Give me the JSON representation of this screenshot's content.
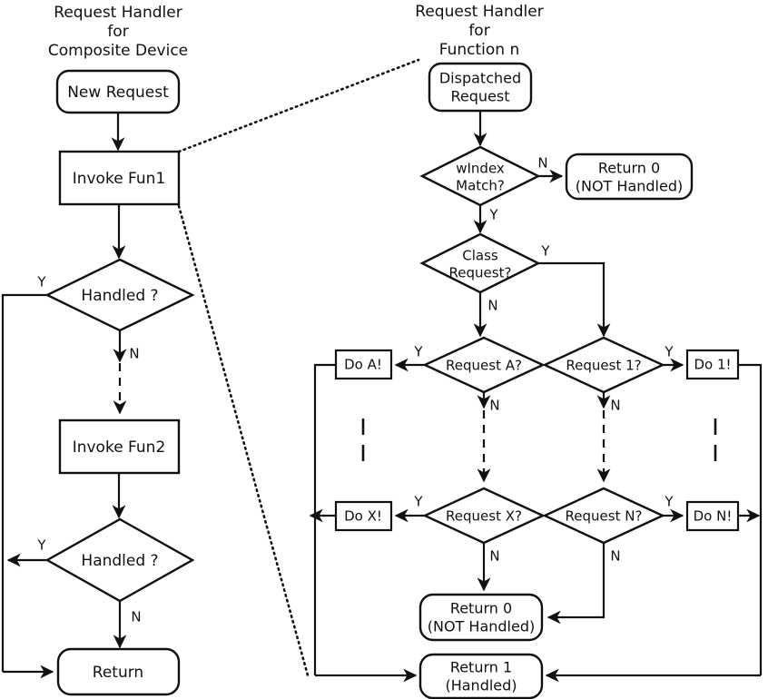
{
  "diagram": {
    "title_left": {
      "line1": "Request Handler",
      "line2": "for",
      "line3": "Composite Device"
    },
    "title_right": {
      "line1": "Request Handler",
      "line2": "for",
      "line3": "Function n"
    },
    "left_panel": {
      "nodes": {
        "new_request": "New Request",
        "invoke_fun1": "Invoke Fun1",
        "handled_1": "Handled ?",
        "invoke_fun2": "Invoke Fun2",
        "handled_2": "Handled ?",
        "return": "Return"
      },
      "labels": {
        "handled1_yes": "Y",
        "handled1_no": "N",
        "handled2_yes": "Y",
        "handled2_no": "N"
      }
    },
    "right_panel": {
      "nodes": {
        "dispatched_request_l1": "Dispatched",
        "dispatched_request_l2": "Request",
        "windex_match_l1": "wIndex",
        "windex_match_l2": "Match?",
        "return0_top_l1": "Return 0",
        "return0_top_l2": "(NOT Handled)",
        "class_request_l1": "Class",
        "class_request_l2": "Request?",
        "request_a": "Request A?",
        "request_1": "Request 1?",
        "request_x": "Request X?",
        "request_n": "Request N?",
        "do_a": "Do A!",
        "do_1": "Do 1!",
        "do_x": "Do X!",
        "do_n": "Do N!",
        "return0_bottom_l1": "Return 0",
        "return0_bottom_l2": "(NOT Handled)",
        "return1_l1": "Return 1",
        "return1_l2": "(Handled)"
      },
      "labels": {
        "windex_no": "N",
        "windex_yes": "Y",
        "class_yes": "Y",
        "class_no": "N",
        "req_a_yes": "Y",
        "req_a_no": "N",
        "req_1_yes": "Y",
        "req_1_no": "N",
        "req_x_yes": "Y",
        "req_x_no": "N",
        "req_n_yes": "Y",
        "req_n_no": "N"
      }
    },
    "colors": {
      "stroke": "#111111",
      "fill": "#ffffff",
      "background": "#ffffff"
    }
  }
}
